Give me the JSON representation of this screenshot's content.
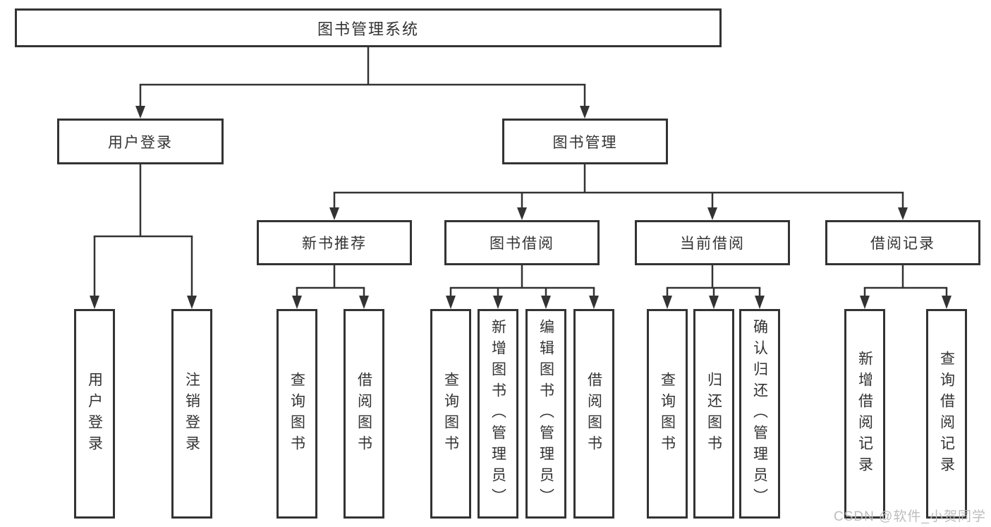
{
  "tree": {
    "label": "图书管理系统",
    "children": [
      {
        "label": "用户登录",
        "children": [
          {
            "label": "用户登录"
          },
          {
            "label": "注销登录"
          }
        ]
      },
      {
        "label": "图书管理",
        "children": [
          {
            "label": "新书推荐",
            "children": [
              {
                "label": "查询图书"
              },
              {
                "label": "借阅图书"
              }
            ]
          },
          {
            "label": "图书借阅",
            "children": [
              {
                "label": "查询图书"
              },
              {
                "label": "新增图书（管理员）"
              },
              {
                "label": "编辑图书（管理员）"
              },
              {
                "label": "借阅图书"
              }
            ]
          },
          {
            "label": "当前借阅",
            "children": [
              {
                "label": "查询图书"
              },
              {
                "label": "归还图书"
              },
              {
                "label": "确认归还（管理员）"
              }
            ]
          },
          {
            "label": "借阅记录",
            "children": [
              {
                "label": "新增借阅记录"
              },
              {
                "label": "查询借阅记录"
              }
            ]
          }
        ]
      }
    ]
  },
  "watermark": "CSDN @软件_小贺同学",
  "colors": {
    "line": "#333333",
    "text": "#333333",
    "box_background": "#ffffff",
    "page_background": "#ffffff",
    "watermark": "#b9b9b9"
  }
}
